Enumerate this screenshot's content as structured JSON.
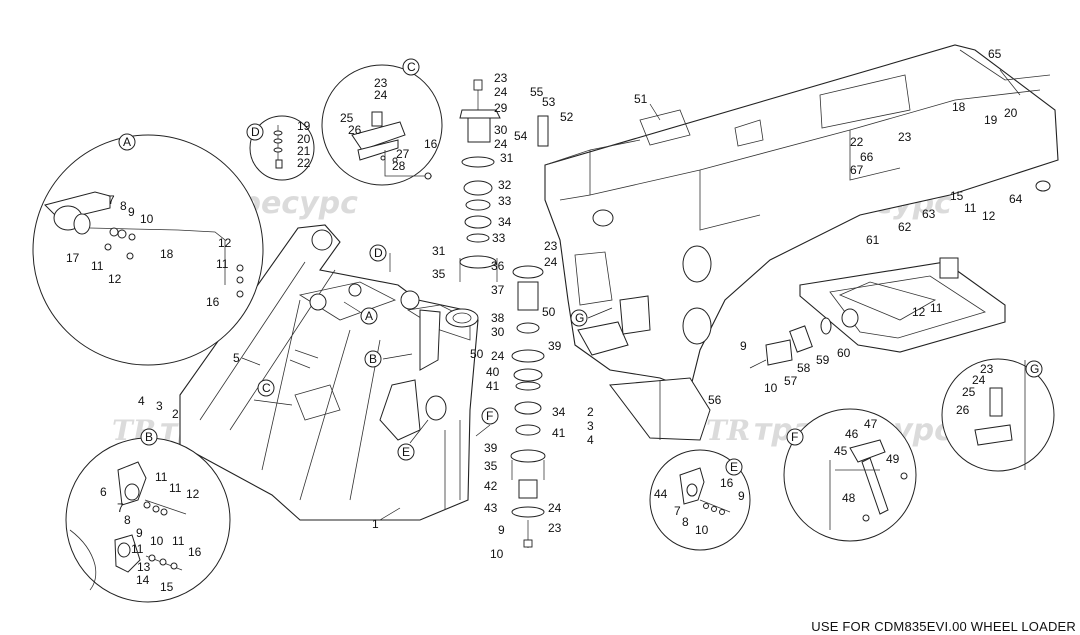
{
  "footer": "USE FOR CDM835EVI.00 WHEEL LOADER",
  "watermark": {
    "logo": "TR",
    "text": "тракресурс"
  },
  "callouts": {
    "c1": "1",
    "c2": "2",
    "c3": "3",
    "c4": "4",
    "c5": "5",
    "c9": "9",
    "c10": "10",
    "c23": "23",
    "c24": "24",
    "c29": "29",
    "c30": "30",
    "c31": "31",
    "c32": "32",
    "c33": "33",
    "c34": "34",
    "c35": "35",
    "c36": "36",
    "c37": "37",
    "c38": "38",
    "c39": "39",
    "c40": "40",
    "c41": "41",
    "c42": "42",
    "c43": "43",
    "c50": "50",
    "c51": "51",
    "c52": "52",
    "c53": "53",
    "c54": "54",
    "c55": "55",
    "c56": "56",
    "c57": "57",
    "c58": "58",
    "c59": "59",
    "c60": "60",
    "c61": "61",
    "c62": "62",
    "c63": "63",
    "c64": "64",
    "c65": "65",
    "c2b": "2",
    "c3b": "3",
    "c4b": "4",
    "c9b": "9",
    "c10b": "10",
    "c11b": "11",
    "c12b": "12",
    "c15b": "15",
    "c18b": "18",
    "c19b": "19",
    "c20b": "20",
    "c22b": "22",
    "c23b": "23",
    "c66b": "66",
    "c67b": "67",
    "c30b": "30",
    "c24b": "24",
    "c31b": "31",
    "c33b": "33",
    "c35b": "35",
    "c50b": "50",
    "c24c": "24",
    "c23c": "23",
    "c41b": "41",
    "c34b": "34"
  },
  "details": {
    "A": {
      "letter": "A",
      "labels": [
        "7",
        "8",
        "9",
        "10",
        "17",
        "11",
        "12",
        "18",
        "12",
        "11",
        "16"
      ]
    },
    "B": {
      "letter": "B",
      "labels": [
        "6",
        "11",
        "11",
        "12",
        "7",
        "8",
        "9",
        "10",
        "11",
        "13",
        "14",
        "15",
        "11",
        "16"
      ]
    },
    "C": {
      "letter": "C",
      "labels": [
        "23",
        "24",
        "25",
        "26",
        "27",
        "28",
        "16"
      ]
    },
    "D": {
      "letter": "D",
      "labels": [
        "19",
        "20",
        "21",
        "22"
      ]
    },
    "E": {
      "letter": "E",
      "labels": [
        "44",
        "16",
        "7",
        "8",
        "9",
        "10"
      ]
    },
    "F": {
      "letter": "F",
      "labels": [
        "47",
        "46",
        "45",
        "49",
        "48"
      ]
    },
    "G": {
      "letter": "G",
      "labels": [
        "23",
        "24",
        "25",
        "26"
      ]
    }
  },
  "view_markers": {
    "A": "A",
    "B": "B",
    "C": "C",
    "D": "D",
    "E": "E",
    "F": "F",
    "G": "G"
  }
}
